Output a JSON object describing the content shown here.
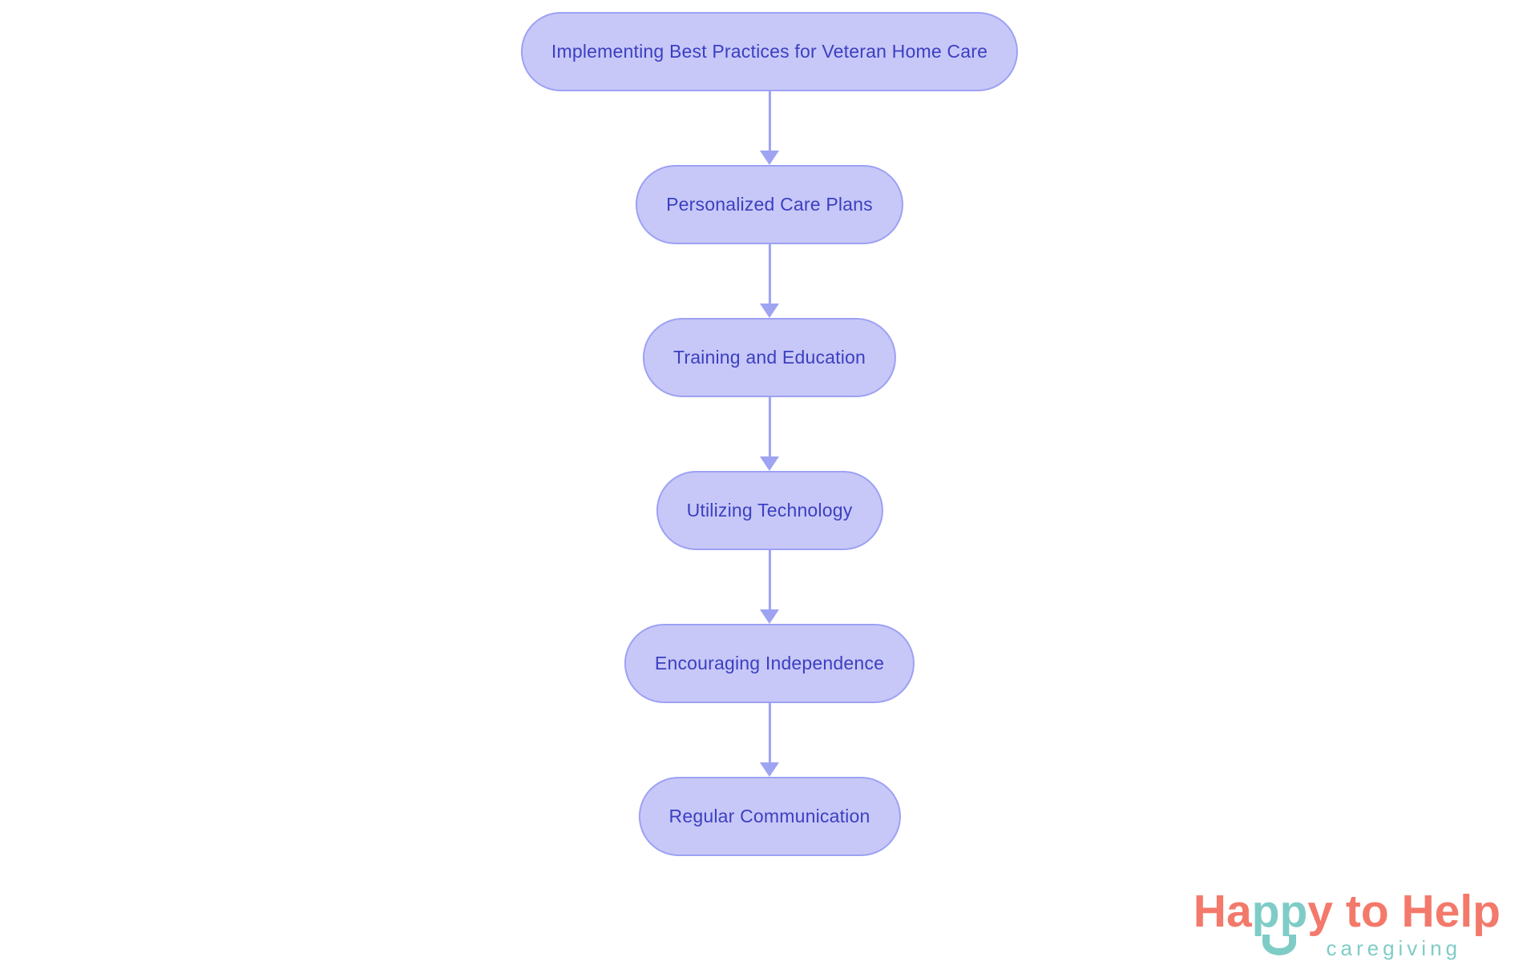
{
  "flowchart": {
    "nodes": [
      {
        "id": 0,
        "label": "Implementing Best Practices for Veteran Home Care"
      },
      {
        "id": 1,
        "label": "Personalized Care Plans"
      },
      {
        "id": 2,
        "label": "Training and Education"
      },
      {
        "id": 3,
        "label": "Utilizing Technology"
      },
      {
        "id": 4,
        "label": "Encouraging Independence"
      },
      {
        "id": 5,
        "label": "Regular Communication"
      }
    ],
    "edges": [
      {
        "from": 0,
        "to": 1
      },
      {
        "from": 1,
        "to": 2
      },
      {
        "from": 2,
        "to": 3
      },
      {
        "from": 3,
        "to": 4
      },
      {
        "from": 4,
        "to": 5
      }
    ],
    "colors": {
      "node_fill": "#c7c8f8",
      "node_border": "#9da1f3",
      "node_text": "#3c3fc0",
      "arrow": "#9ea3f2"
    }
  },
  "logo": {
    "wordmark": "Happy to Help",
    "wordmark_part1": "Ha",
    "wordmark_part2": "pp",
    "wordmark_part3": "y to Help",
    "tagline": "caregiving",
    "colors": {
      "coral": "#f3796b",
      "teal": "#7fccc7"
    }
  }
}
